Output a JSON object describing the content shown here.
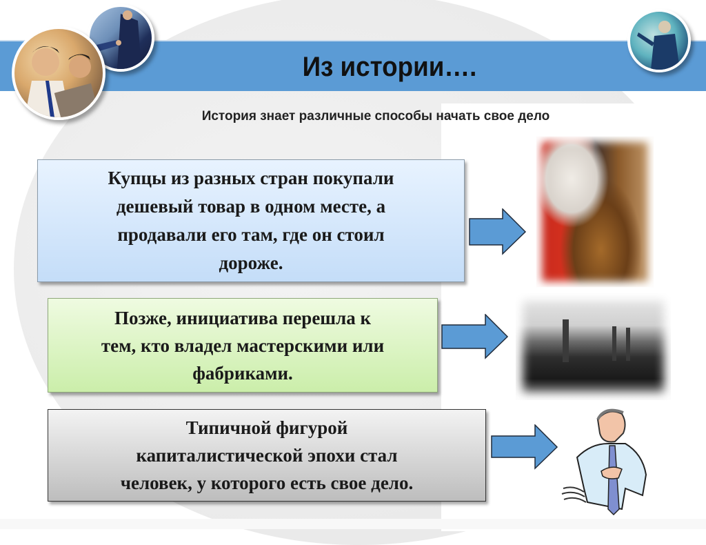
{
  "slide": {
    "title": "Из истории….",
    "subtitle": "История знает различные способы начать свое дело",
    "banner_color": "#5b9bd5",
    "arrow_color": "#5b9bd5",
    "boxes": [
      {
        "lines": [
          "Купцы из разных стран покупали",
          "дешевый товар в одном месте, а",
          "продавали его там, где он стоил",
          "дороже."
        ],
        "color": "#c4ddf8"
      },
      {
        "lines": [
          "Позже, инициатива перешла к",
          "тем, кто владел мастерскими или",
          "фабриками."
        ],
        "color": "#cbeeaa"
      },
      {
        "lines": [
          "Типичной фигурой",
          "капиталистической эпохи стал",
          "человек, у которого есть свое дело."
        ],
        "color": "#bdbdbd"
      }
    ],
    "images": [
      {
        "name": "merchant-painting",
        "desc": "bearded merchant with abacus"
      },
      {
        "name": "factory-engraving",
        "desc": "factory with smoking chimneys by river"
      },
      {
        "name": "businessman-clipart",
        "desc": "man in shirt and tie"
      }
    ],
    "header_photos": [
      "businessmen-at-laptop",
      "handshake",
      "businessman-presenting"
    ]
  }
}
